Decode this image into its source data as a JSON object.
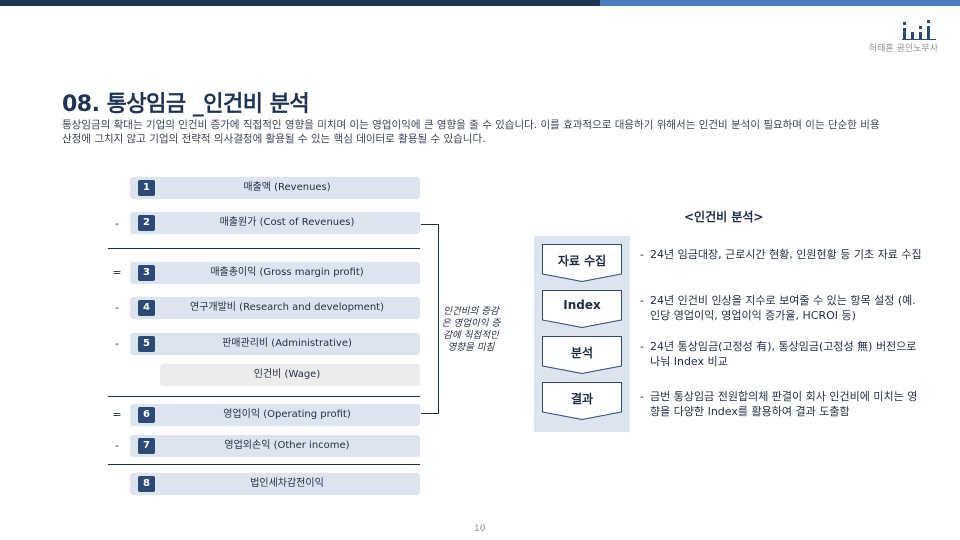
{
  "header": {
    "logo_icon": "bar-chart-logo-icon",
    "firm_name": "허태훈 공인노무사",
    "colors": {
      "dark": "#1f3352",
      "light": "#4a7cc0"
    }
  },
  "title": "08. 통상임금 _인건비 분석",
  "description": "통상임금의 확대는 기업의 인건비 증가에 직접적인 영향을 미치며 이는 영업이익에 큰 영향을 줄 수 있습니다. 이를 효과적으로 대응하기 위해서는 인건비 분석이 필요하며 이는 단순한 비용 산정에 그치지 않고 기업의 전략적 의사결정에 활용될 수 있는 핵심 데이터로 활용될 수 있습니다.",
  "statement": {
    "rows": [
      {
        "num": "1",
        "op": "",
        "label": "매출액 (Revenues)"
      },
      {
        "num": "2",
        "op": "-",
        "label": "매출원가 (Cost of Revenues)"
      },
      {
        "num": "3",
        "op": "=",
        "label": "매출총이익 (Gross margin profit)"
      },
      {
        "num": "4",
        "op": "-",
        "label": "연구개발비 (Research and development)"
      },
      {
        "num": "5",
        "op": "-",
        "label": "판매관리비 (Administrative)"
      },
      {
        "num": "",
        "op": "",
        "label": "인건비 (Wage)"
      },
      {
        "num": "6",
        "op": "=",
        "label": "영업이익 (Operating profit)"
      },
      {
        "num": "7",
        "op": "-",
        "label": "영업외손익 (Other income)"
      },
      {
        "num": "8",
        "op": "",
        "label": "법인세차감전이익"
      }
    ],
    "bracket_note": "인건비의 증감은 영업이익 증감에 직접적인 영향을 미침"
  },
  "analysis": {
    "title": "<인건비 분석>",
    "steps": [
      {
        "label": "자료 수집",
        "text": "24년 임금대장, 근로시간 현황, 인원현황 등 기초 자료 수집"
      },
      {
        "label": "Index",
        "text": "24년 인건비 인상을 지수로 보여줄 수 있는 항목 설정 (예. 인당 영업이익, 영업이익 증가율, HCROI 등)"
      },
      {
        "label": "분석",
        "text": "24년 통상임금(고정성 有), 통상임금(고정성 無) 버전으로 나눠 Index 비교"
      },
      {
        "label": "결과",
        "text": "금번 통상임금 전원합의체 판결이 회사 인건비에 미치는 영향을 다양한 Index를 활용하여 결과 도출함"
      }
    ]
  },
  "page_number": "10"
}
